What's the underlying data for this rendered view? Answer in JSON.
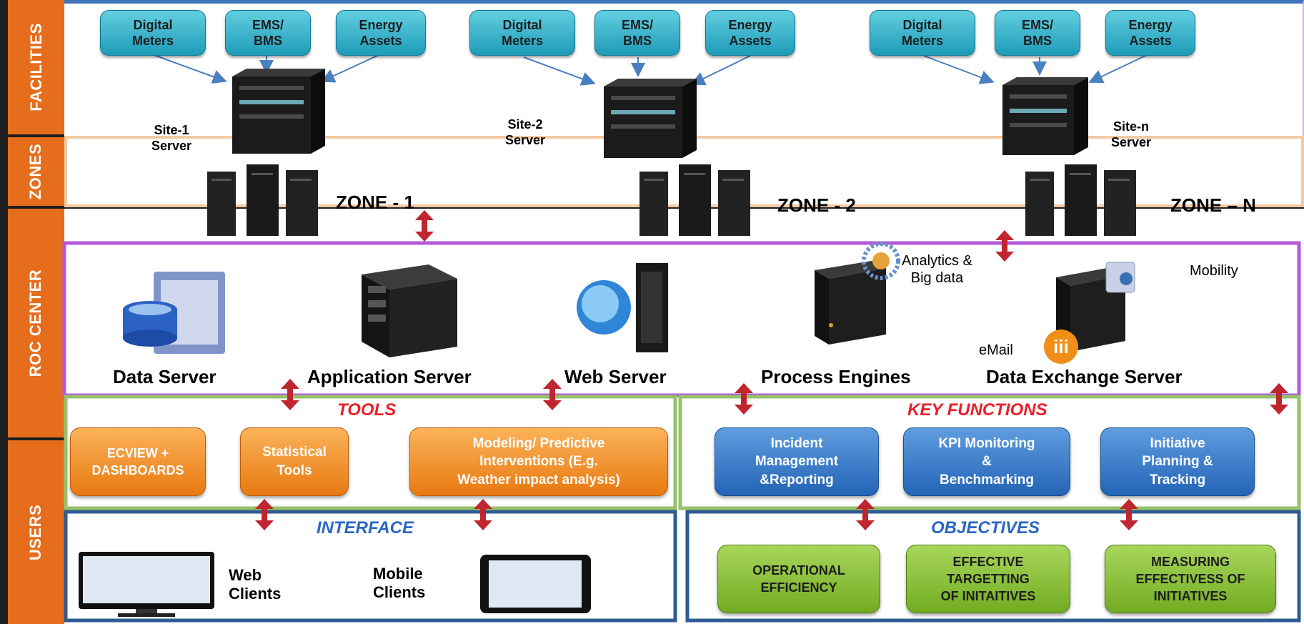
{
  "sidebar": {
    "facilities": "FACILITIES",
    "zones": "ZONES",
    "roc_center": "ROC CENTER",
    "users": "USERS"
  },
  "facilities": {
    "sites": [
      {
        "digital_meters": "Digital\nMeters",
        "ems_bms": "EMS/\nBMS",
        "energy_assets": "Energy\nAssets",
        "server_label": "Site-1\nServer"
      },
      {
        "digital_meters": "Digital\nMeters",
        "ems_bms": "EMS/\nBMS",
        "energy_assets": "Energy\nAssets",
        "server_label": "Site-2\nServer"
      },
      {
        "digital_meters": "Digital\nMeters",
        "ems_bms": "EMS/\nBMS",
        "energy_assets": "Energy\nAssets",
        "server_label": "Site-n\nServer"
      }
    ]
  },
  "zones": [
    "ZONE - 1",
    "ZONE - 2",
    "ZONE – N"
  ],
  "roc": {
    "data_server": "Data Server",
    "application_server": "Application Server",
    "web_server": "Web Server",
    "process_engines": "Process Engines",
    "data_exchange_server": "Data Exchange Server",
    "analytics": "Analytics &\nBig data",
    "mobility": "Mobility",
    "email": "eMail"
  },
  "tools": {
    "title": "TOOLS",
    "items": [
      "ECVIEW +\nDASHBOARDS",
      "Statistical\nTools",
      "Modeling/ Predictive\nInterventions (E.g.\nWeather impact analysis)"
    ]
  },
  "key_functions": {
    "title": "KEY FUNCTIONS",
    "items": [
      "Incident\nManagement\n&Reporting",
      "KPI Monitoring\n&\nBenchmarking",
      "Initiative\nPlanning &\nTracking"
    ]
  },
  "interface": {
    "title": "INTERFACE",
    "web_clients": "Web\nClients",
    "mobile_clients": "Mobile\nClients"
  },
  "objectives": {
    "title": "OBJECTIVES",
    "items": [
      "OPERATIONAL\nEFFICIENCY",
      "EFFECTIVE\nTARGETTING\nOF INITAITIVES",
      "MEASURING\nEFFECTIVESS OF\nINITIATIVES"
    ]
  },
  "colors": {
    "sidebar": "#e56d1b",
    "zone_border": "#f4c9a3",
    "roc_border": "#b35ad8",
    "tools_border": "#96c26a",
    "users_border": "#2f5d92",
    "arrow": "#c0262e"
  }
}
